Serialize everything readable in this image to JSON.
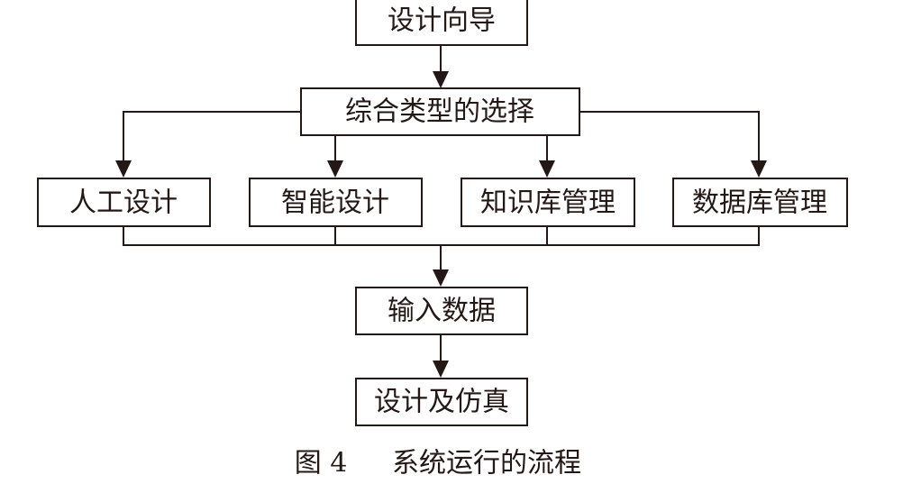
{
  "nodes": {
    "design_wizard": "设计向导",
    "type_selection": "综合类型的选择",
    "manual_design": "人工设计",
    "smart_design": "智能设计",
    "kb_management": "知识库管理",
    "db_management": "数据库管理",
    "input_data": "输入数据",
    "design_simulation": "设计及仿真"
  },
  "caption": {
    "figure_number": "图 4",
    "title": "系统运行的流程"
  },
  "colors": {
    "line": "#231815",
    "box_fill": "#ffffff"
  }
}
